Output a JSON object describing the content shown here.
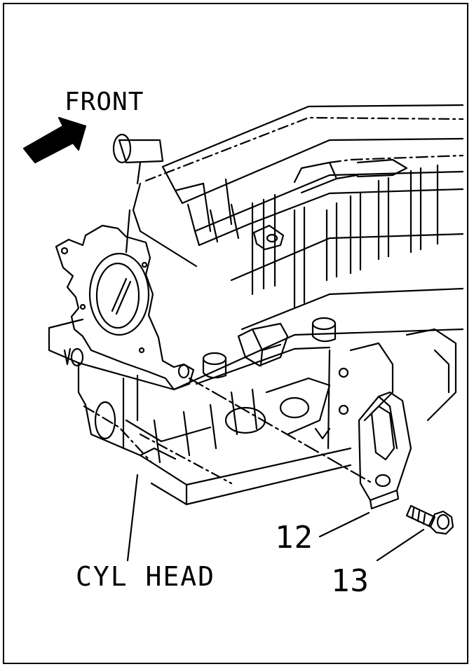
{
  "labels": {
    "front": "FRONT",
    "cyl_head": "CYL HEAD",
    "part_12": "12",
    "part_13": "13"
  },
  "colors": {
    "line": "#000000",
    "background": "#ffffff"
  }
}
